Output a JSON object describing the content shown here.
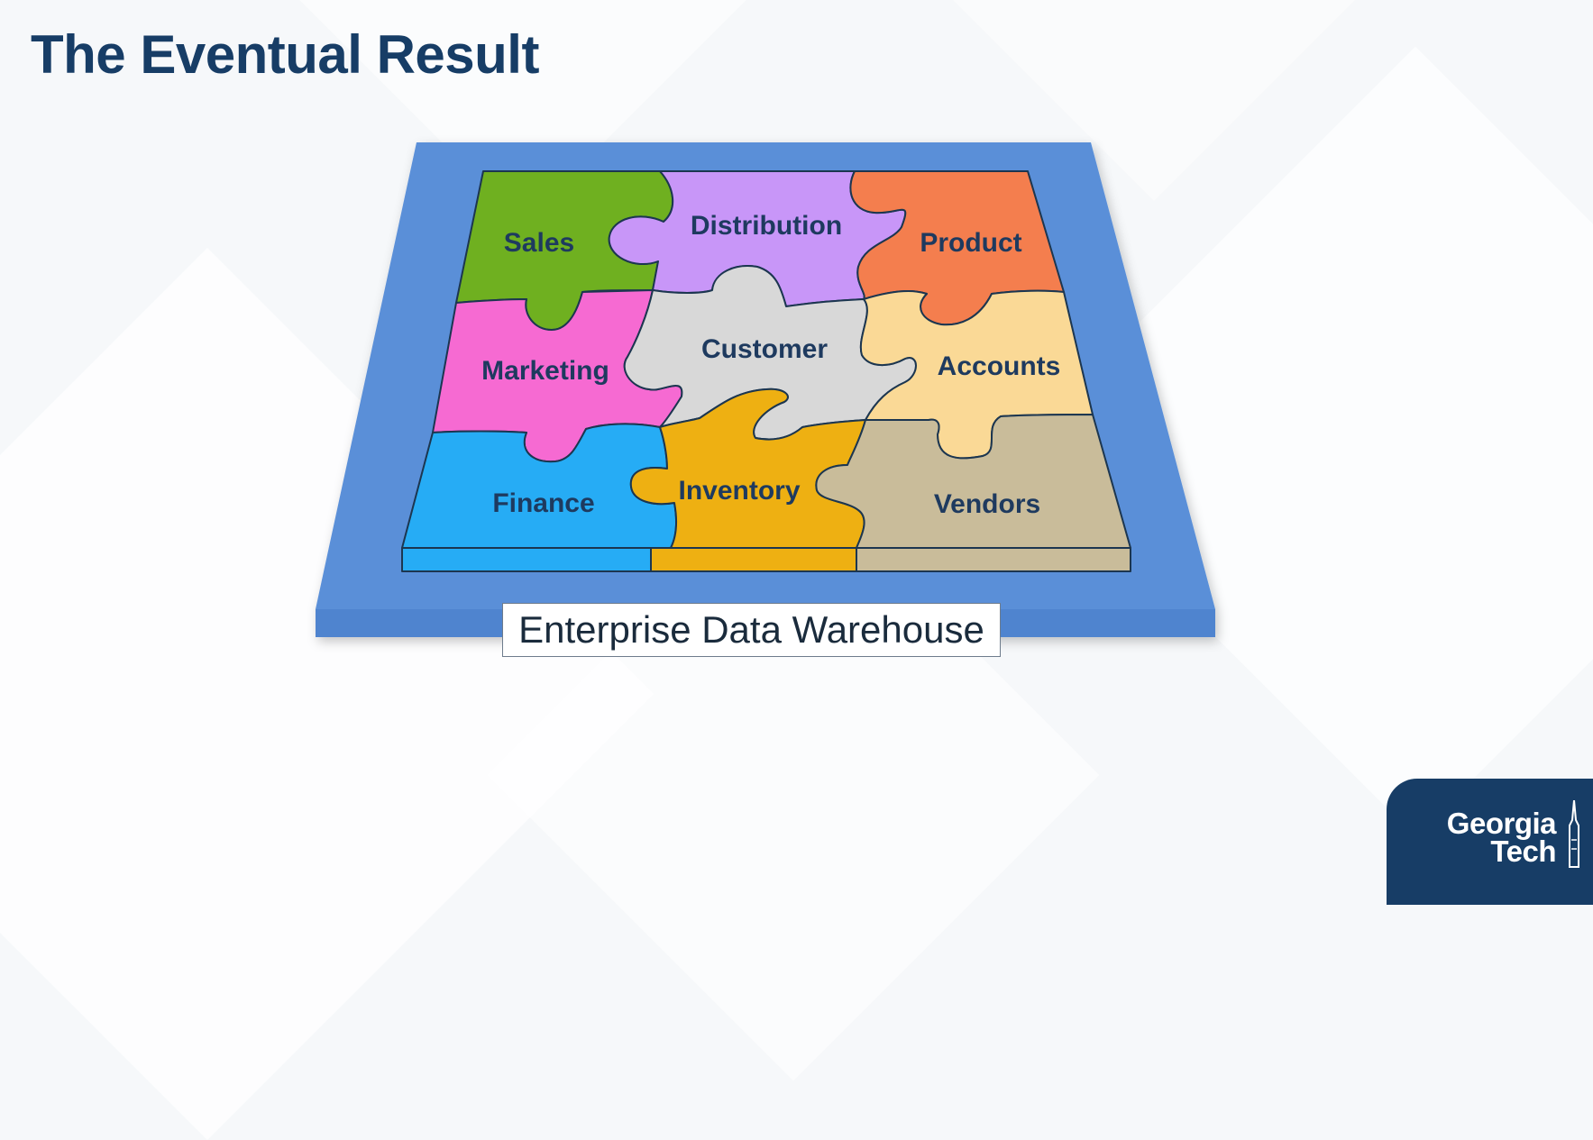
{
  "slide": {
    "title": "The Eventual Result"
  },
  "diagram": {
    "pieces": {
      "sales": "Sales",
      "distribution": "Distribution",
      "product": "Product",
      "marketing": "Marketing",
      "customer": "Customer",
      "accounts": "Accounts",
      "finance": "Finance",
      "inventory": "Inventory",
      "vendors": "Vendors"
    },
    "base_label": "Enterprise Data Warehouse",
    "colors": {
      "base": "#5a8fd8",
      "sales": "#6fb020",
      "distribution": "#c896f8",
      "product": "#f47e4e",
      "marketing": "#f66ad2",
      "customer": "#d8d8d8",
      "accounts": "#fad996",
      "finance": "#26acf5",
      "inventory": "#eeb012",
      "vendors": "#c9bc9a",
      "label": "#1e3a5f"
    }
  },
  "logo": {
    "line1": "Georgia",
    "line2": "Tech",
    "color": "#173d66"
  }
}
